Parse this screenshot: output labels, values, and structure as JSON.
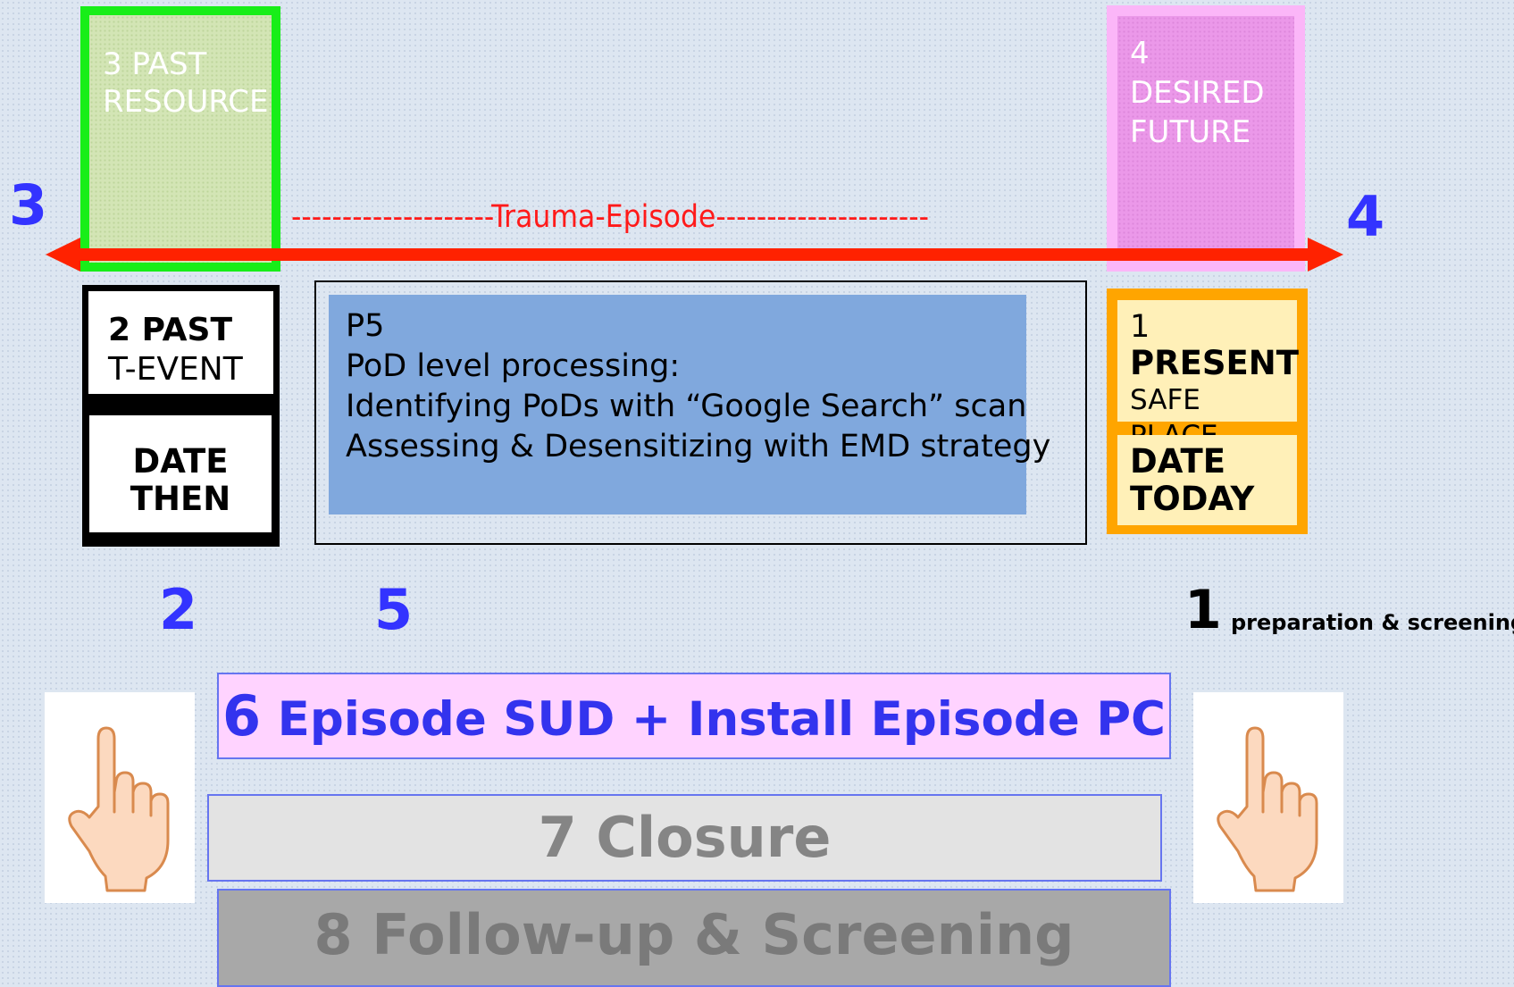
{
  "past_resource": {
    "number": "3",
    "text": "3 PAST\nRESOURCE"
  },
  "desired_future": {
    "number": "4",
    "text": "4\nDESIRED\nFUTURE"
  },
  "timeline": {
    "label": "--------------------Trauma-Episode---------------------",
    "color": "#ff2200"
  },
  "past_event": {
    "number": "2",
    "line1": "2 PAST",
    "line2": "T-EVENT",
    "date_line1": "DATE",
    "date_line2": "THEN"
  },
  "processing": {
    "number": "5",
    "lines": [
      "P5",
      "PoD level processing:",
      "Identifying PoDs with “Google Search” scan",
      "Assessing & Desensitizing with EMD strategy"
    ]
  },
  "present": {
    "number": "1",
    "line1": "1",
    "line2": "PRESENT",
    "line3": "SAFE PLACE",
    "date_line1": "DATE",
    "date_line2": "TODAY",
    "caption": "preparation & screening"
  },
  "steps": [
    {
      "number": "6",
      "label": "Episode SUD + Install Episode PC"
    },
    {
      "label": "7 Closure"
    },
    {
      "label": "8 Follow-up & Screening"
    }
  ],
  "colors": {
    "accent_blue": "#3333ff",
    "resource_green": "#18ee18",
    "future_pink": "#eb98e9",
    "present_orange": "#ffa500",
    "processing_blue": "#80a8dd"
  },
  "icons": {
    "left_hand": "pointing-hand-icon",
    "right_hand": "pointing-hand-icon"
  }
}
